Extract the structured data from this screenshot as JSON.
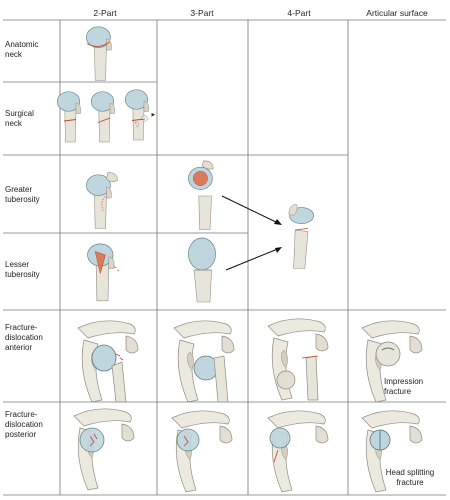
{
  "columns": [
    "2-Part",
    "3-Part",
    "4-Part",
    "Articular surface"
  ],
  "rows": [
    "Anatomic neck",
    "Surgical neck",
    "Greater tuberosity",
    "Lesser tuberosity",
    "Fracture-dislocation anterior",
    "Fracture-dislocation posterior"
  ],
  "captions": {
    "impression": "Impression fracture",
    "head_split": "Head splitting fracture"
  },
  "colors": {
    "bone": "#e7e4da",
    "bone_edge": "#8f8b80",
    "head": "#bfd6de",
    "head_edge": "#5f7a84",
    "fracture": "#c0452a"
  }
}
